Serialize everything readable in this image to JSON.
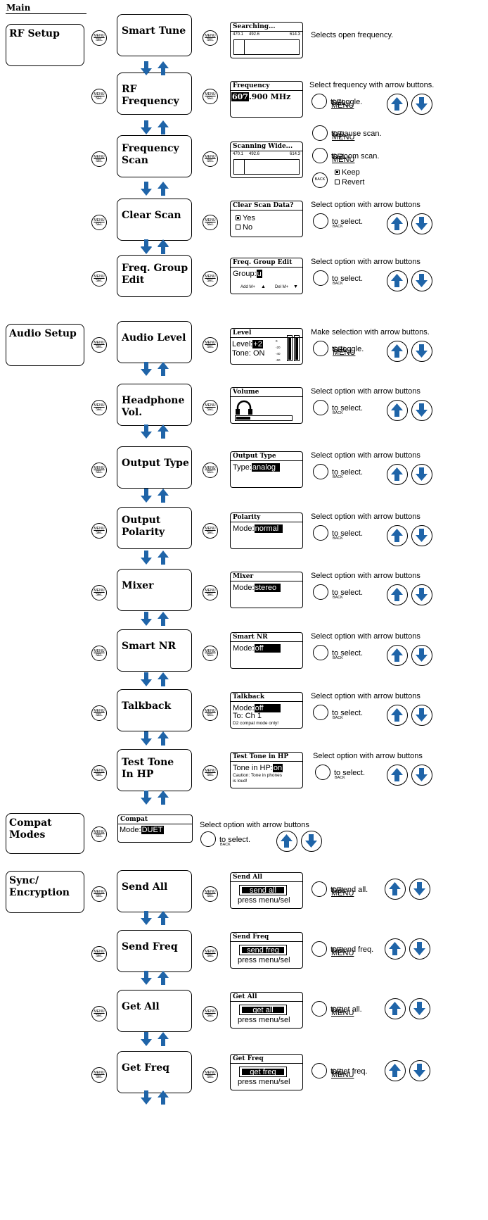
{
  "title": "Main",
  "menu_label": "MENU",
  "sel_label": "SEL",
  "back_label": "BACK",
  "sections": [
    {
      "id": "rf",
      "label": "RF Setup"
    },
    {
      "id": "audio",
      "label": "Audio Setup"
    },
    {
      "id": "compat",
      "label": "Compat Modes"
    },
    {
      "id": "sync",
      "label": "Sync/\nEncryption"
    }
  ],
  "items": [
    {
      "id": "smart-tune",
      "label": "Smart Tune",
      "lcd": {
        "title": "Searching...",
        "scan": [
          "470.1",
          "492.6",
          "614.3"
        ]
      },
      "desc": "Selects open frequency."
    },
    {
      "id": "rf-frequency",
      "label": "RF Frequency",
      "lcd": {
        "title": "Frequency",
        "freq_hl": "607",
        "freq_rest": ".900 MHz"
      },
      "desc": "Select frequency with arrow buttons.",
      "hint": "to toggle."
    },
    {
      "id": "frequency-scan",
      "label": "Frequency\nScan",
      "lcd": {
        "title": "Scanning Wide...",
        "scan": [
          "470.1",
          "492.6",
          "614.3"
        ]
      },
      "hints": [
        "to pause scan.",
        "to zoom scan."
      ],
      "options": [
        "Keep",
        "Revert"
      ]
    },
    {
      "id": "clear-scan",
      "label": "Clear Scan",
      "lcd": {
        "title": "Clear Scan Data?",
        "options": [
          "Yes",
          "No"
        ]
      },
      "desc": "Select option with arrow buttons",
      "hint": "to select."
    },
    {
      "id": "freq-group-edit",
      "label": "Freq. Group\nEdit",
      "lcd": {
        "title": "Freq. Group Edit",
        "field": "Group:",
        "value": "u",
        "add": "Add M+",
        "del": "Del M+"
      },
      "desc": "Select option with arrow buttons",
      "hint": "to select."
    },
    {
      "id": "audio-level",
      "label": "Audio Level",
      "lcd": {
        "title": "Level",
        "level_label": "Level:",
        "level_value": "+2",
        "tone": "Tone: ON",
        "scale": [
          "0",
          "-20",
          "-40",
          "-60"
        ],
        "meters": [
          0.95,
          0.95
        ]
      },
      "desc": "Make selection with arrow buttons.",
      "hint": "to toggle."
    },
    {
      "id": "headphone-vol",
      "label": "Headphone Vol.",
      "lcd": {
        "title": "Volume",
        "level": 0.25
      },
      "desc": "Select option with arrow buttons",
      "hint": "to select."
    },
    {
      "id": "output-type",
      "label": "Output Type",
      "lcd": {
        "title": "Output Type",
        "field": "Type:",
        "value": "analog"
      },
      "desc": "Select option with arrow buttons",
      "hint": "to select."
    },
    {
      "id": "output-polarity",
      "label": "Output\nPolarity",
      "lcd": {
        "title": "Polarity",
        "field": "Mode:",
        "value": "normal"
      },
      "desc": "Select option with arrow buttons",
      "hint": "to select."
    },
    {
      "id": "mixer",
      "label": "Mixer",
      "lcd": {
        "title": "Mixer",
        "field": "Mode:",
        "value": "stereo"
      },
      "desc": "Select option with arrow buttons",
      "hint": "to select."
    },
    {
      "id": "smart-nr",
      "label": "Smart NR",
      "lcd": {
        "title": "Smart NR",
        "field": "Mode:",
        "value": "off"
      },
      "desc": "Select option with arrow buttons",
      "hint": "to select."
    },
    {
      "id": "talkback",
      "label": "Talkback",
      "lcd": {
        "title": "Talkback",
        "field": "Mode:",
        "value": "off",
        "line2": "To: Ch 1",
        "note": "D2 compat mode only!"
      },
      "desc": "Select option with arrow buttons",
      "hint": "to select."
    },
    {
      "id": "test-tone-hp",
      "label": "Test Tone\nIn HP",
      "lcd": {
        "title": "Test Tone in HP",
        "field": "Tone in HP:",
        "value": "on",
        "note": "Caution: Tone in phones\nis loud!"
      },
      "desc": "Select option with arrow buttons",
      "hint": "to select."
    },
    {
      "id": "compat",
      "label": "",
      "lcd": {
        "title": "Compat",
        "field": "Mode:",
        "value": "DUET"
      },
      "desc": "Select option with arrow buttons",
      "hint": "to select."
    },
    {
      "id": "send-all",
      "label": "Send All",
      "lcd": {
        "title": "Send All",
        "button": "send all",
        "press": "press menu/sel"
      },
      "hint": "to send all."
    },
    {
      "id": "send-freq",
      "label": "Send Freq",
      "lcd": {
        "title": "Send Freq",
        "button": "send freq",
        "press": "press menu/sel"
      },
      "hint": "to send freq."
    },
    {
      "id": "get-all",
      "label": "Get All",
      "lcd": {
        "title": "Get All",
        "button": "get all",
        "press": "press menu/sel"
      },
      "hint": "to get all."
    },
    {
      "id": "get-freq",
      "label": "Get Freq",
      "lcd": {
        "title": "Get Freq",
        "button": "get freq",
        "press": "press menu/sel"
      },
      "hint": "to get freq."
    }
  ],
  "colors": {
    "arrow": "#1f64a8",
    "ink": "#000000"
  },
  "icons": [
    "menu-sel-button-icon",
    "back-button-icon",
    "arrow-up-icon",
    "arrow-down-icon",
    "headphones-icon"
  ]
}
